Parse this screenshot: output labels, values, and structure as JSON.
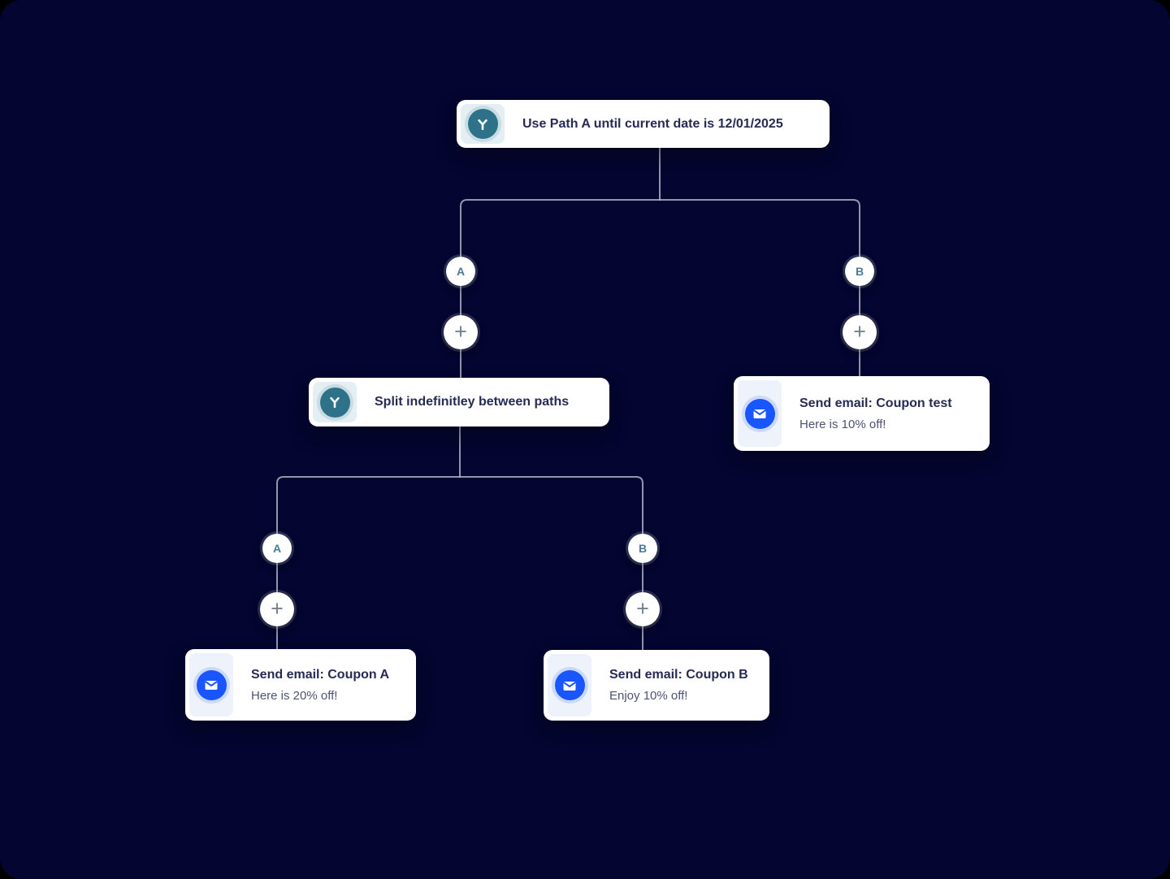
{
  "ui": {
    "branch_a_label": "A",
    "branch_b_label": "B",
    "add_step_label": "+"
  },
  "nodes": {
    "root": {
      "icon": "branch-split-icon",
      "title": "Use Path A until current date is 12/01/2025"
    },
    "split": {
      "icon": "branch-split-icon",
      "title": "Split indefinitley between paths"
    },
    "email_test": {
      "icon": "email-icon",
      "title": "Send email: Coupon test",
      "subtitle": "Here is 10% off!"
    },
    "email_a": {
      "icon": "email-icon",
      "title": "Send email: Coupon A",
      "subtitle": "Here is 20% off!"
    },
    "email_b": {
      "icon": "email-icon",
      "title": "Send email: Coupon B",
      "subtitle": "Enjoy 10% off!"
    }
  },
  "colors": {
    "canvas_bg": "#040530",
    "node_bg": "#ffffff",
    "accent_teal": "#2e7289",
    "accent_blue": "#1a56ff",
    "teal_icon_bg": "#e4eff4",
    "blue_icon_bg": "#edf2fb",
    "connector": "#b9bfd0",
    "title_text": "#262b54",
    "subtitle_text": "#4d5372",
    "branch_letter": "#4b7c95",
    "plus_gray": "#76808f"
  }
}
